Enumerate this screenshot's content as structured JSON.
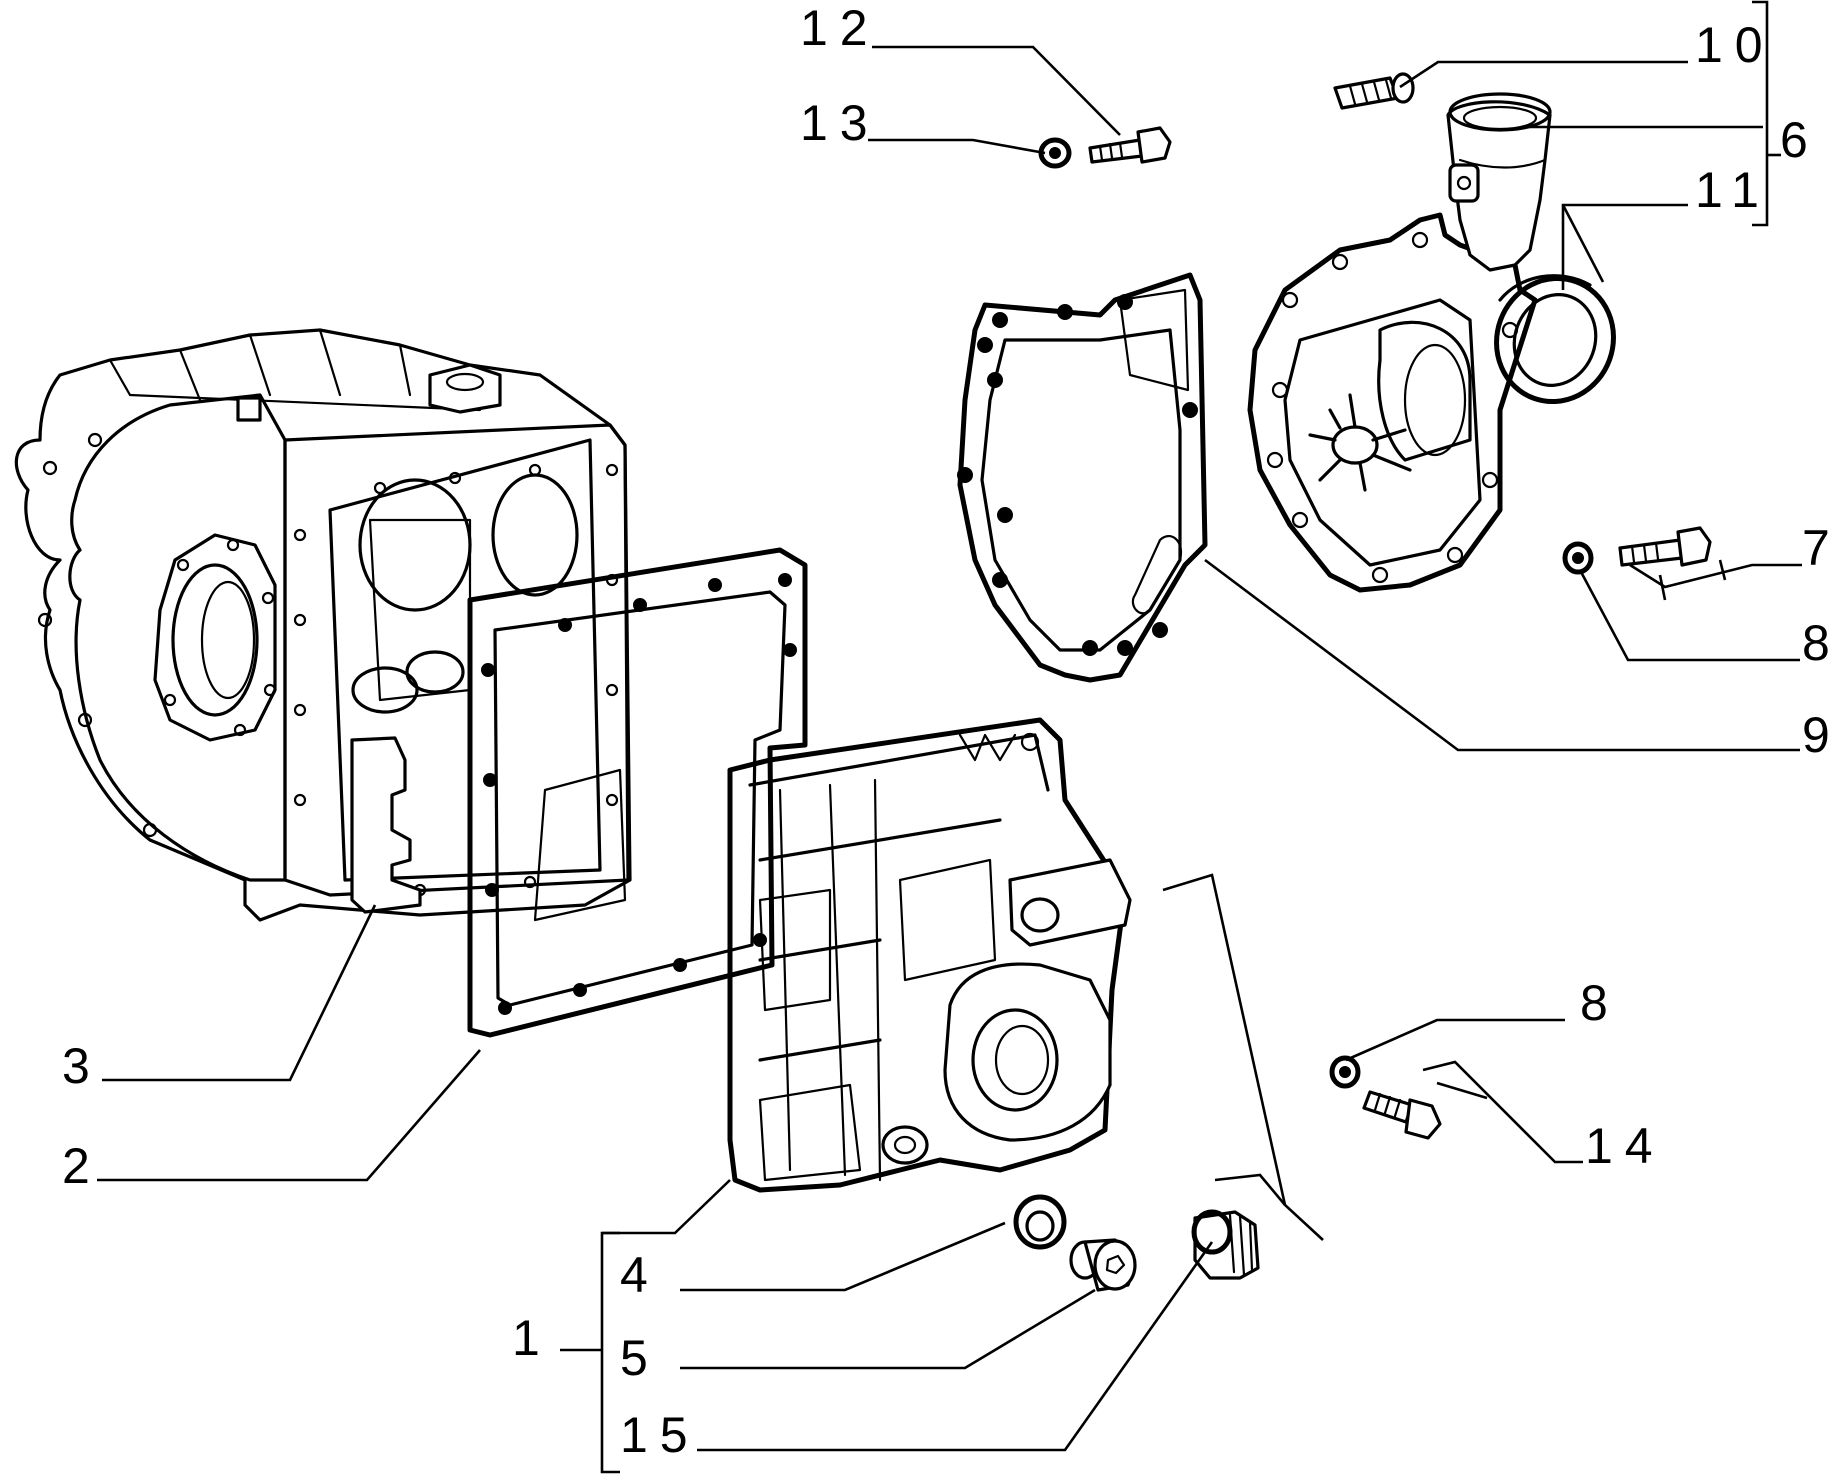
{
  "diagram": {
    "callouts": [
      {
        "id": "c1",
        "text": "1"
      },
      {
        "id": "c2",
        "text": "2"
      },
      {
        "id": "c3",
        "text": "3"
      },
      {
        "id": "c4",
        "text": "4"
      },
      {
        "id": "c5",
        "text": "5"
      },
      {
        "id": "c6",
        "text": "6"
      },
      {
        "id": "c7",
        "text": "7"
      },
      {
        "id": "c8a",
        "text": "8"
      },
      {
        "id": "c8b",
        "text": "8"
      },
      {
        "id": "c9",
        "text": "9"
      },
      {
        "id": "c10",
        "text": "10"
      },
      {
        "id": "c11",
        "text": "11"
      },
      {
        "id": "c12",
        "text": "12"
      },
      {
        "id": "c13",
        "text": "13"
      },
      {
        "id": "c14",
        "text": "14"
      },
      {
        "id": "c15",
        "text": "15"
      }
    ]
  }
}
